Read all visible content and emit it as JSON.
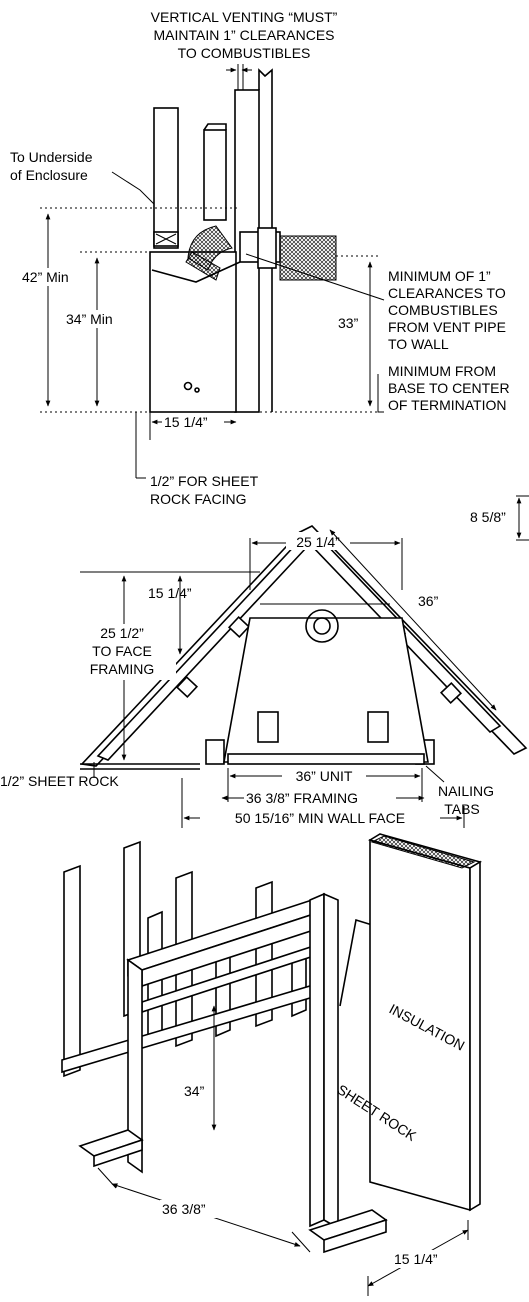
{
  "side_view": {
    "venting_note": [
      "VERTICAL VENTING “MUST”",
      "MAINTAIN 1” CLEARANCES",
      "TO COMBUSTIBLES"
    ],
    "underside_label": [
      "To Underside",
      "of Enclosure"
    ],
    "dim_42": "42” Min",
    "dim_34": "34” Min",
    "dim_33": "33”",
    "dim_15_quarter": "15 1/4”",
    "sheetrock_note": [
      "1/2” FOR SHEET",
      "ROCK FACING"
    ],
    "clearance_note": [
      "MINIMUM OF 1”",
      "CLEARANCES TO",
      "COMBUSTIBLES",
      "FROM VENT PIPE",
      "TO WALL"
    ],
    "termination_note": [
      "MINIMUM FROM",
      "BASE TO CENTER",
      "OF TERMINATION"
    ]
  },
  "plan_view": {
    "dim_8_5_8": "8 5/8”",
    "dim_25_quarter": "25 1/4”",
    "dim_15_quarter": "15 1/4”",
    "dim_25_half": [
      "25 1/2”",
      "TO FACE",
      "FRAMING"
    ],
    "dim_36": "36”",
    "unit_width": "36” UNIT",
    "framing_width": "36 3/8” FRAMING",
    "nailing_tabs": [
      "NAILING",
      "TABS"
    ],
    "sheet_rock": "1/2” SHEET ROCK",
    "min_wall_face": "50 15/16” MIN WALL FACE"
  },
  "iso_view": {
    "insulation": "INSULATION",
    "sheet_rock": "SHEET ROCK",
    "dim_34": "34”",
    "dim_36_3_8": "36 3/8”",
    "dim_15_quarter": "15 1/4”"
  }
}
